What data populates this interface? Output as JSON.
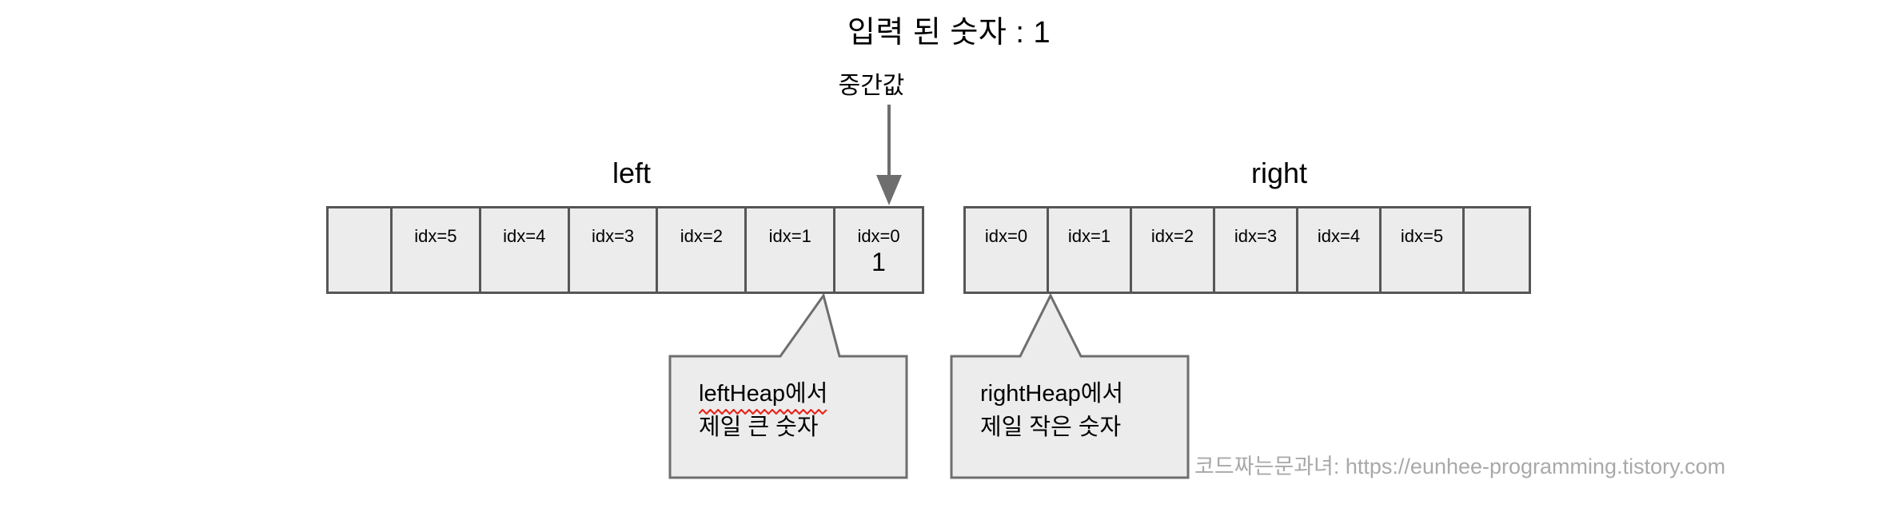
{
  "title": "입력 된 숫자 : 1",
  "mid_pointer": {
    "label": "중간값",
    "arrow_icon": "arrow-down-icon",
    "color": "#6e6e6e"
  },
  "groups": {
    "left_label": "left",
    "right_label": "right"
  },
  "colors": {
    "cell_fill": "#ececec",
    "cell_border": "#565656",
    "callout_fill": "#ececec",
    "callout_border": "#6e6e6e",
    "arrow": "#6e6e6e",
    "spellcheck_underline": "#e8261c",
    "watermark": "#a9a9a9",
    "text": "#000000"
  },
  "left_array": {
    "name": "left",
    "cells": [
      {
        "idx": "",
        "value": "",
        "empty": true
      },
      {
        "idx": "idx=5",
        "value": ""
      },
      {
        "idx": "idx=4",
        "value": ""
      },
      {
        "idx": "idx=3",
        "value": ""
      },
      {
        "idx": "idx=2",
        "value": ""
      },
      {
        "idx": "idx=1",
        "value": ""
      },
      {
        "idx": "idx=0",
        "value": "1"
      }
    ]
  },
  "right_array": {
    "name": "right",
    "cells": [
      {
        "idx": "idx=0",
        "value": ""
      },
      {
        "idx": "idx=1",
        "value": ""
      },
      {
        "idx": "idx=2",
        "value": ""
      },
      {
        "idx": "idx=3",
        "value": ""
      },
      {
        "idx": "idx=4",
        "value": ""
      },
      {
        "idx": "idx=5",
        "value": ""
      },
      {
        "idx": "",
        "value": "",
        "empty": true
      }
    ]
  },
  "callouts": {
    "left": {
      "line1": "leftHeap에서",
      "line2": "제일 큰 숫자",
      "spellcheck": true
    },
    "right": {
      "line1": "rightHeap에서",
      "line2": "제일 작은 숫자",
      "spellcheck": false
    }
  },
  "watermark": "코드짜는문과녀: https://eunhee-programming.tistory.com"
}
